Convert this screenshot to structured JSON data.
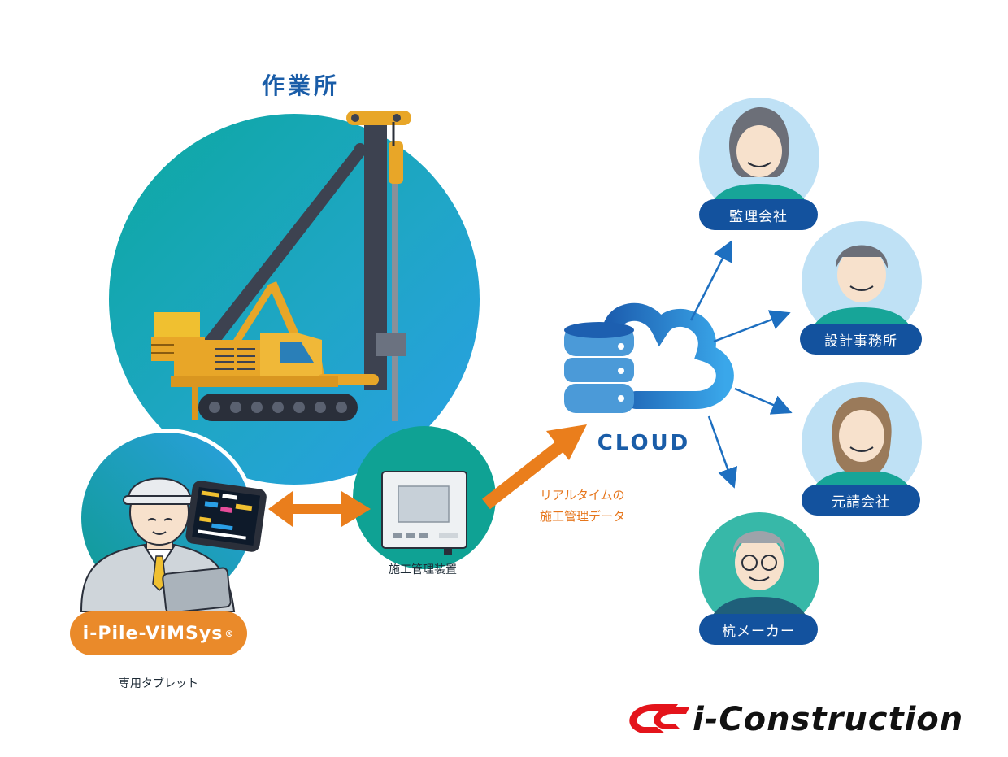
{
  "site": {
    "title": "作業所"
  },
  "cloud": {
    "label": "CLOUD",
    "flow_line1": "リアルタイムの",
    "flow_line2": "施工管理データ"
  },
  "device": {
    "label": "施工管理装置"
  },
  "tablet": {
    "product_name": "i-Pile-ViMSys",
    "registered_mark": "®",
    "caption": "専用タブレット"
  },
  "roles": [
    {
      "label": "監理会社"
    },
    {
      "label": "設計事務所"
    },
    {
      "label": "元請会社"
    },
    {
      "label": "杭メーカー"
    }
  ],
  "logo": {
    "text": "i-Construction"
  },
  "colors": {
    "blue_dark": "#13529e",
    "blue_title": "#1a5da8",
    "orange": "#ea8a2a",
    "teal": "#17a598",
    "sky": "#1d9be0",
    "person_bg": "#bfe1f5",
    "red": "#e4141b"
  },
  "icons": [
    "pile-driver-icon",
    "tablet-icon",
    "worker-icon",
    "control-device-icon",
    "database-icon",
    "cloud-icon",
    "person-icon"
  ]
}
